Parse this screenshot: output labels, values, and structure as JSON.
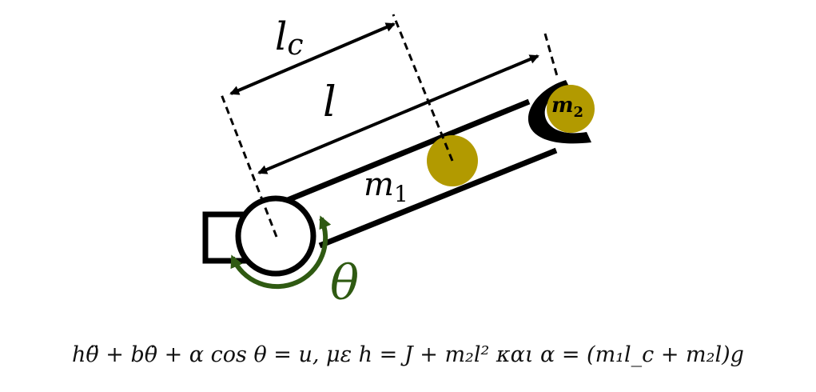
{
  "labels": {
    "lc": "l",
    "lc_sub": "c",
    "l": "l",
    "m1": "m",
    "m1_sub": "1",
    "m2": "m",
    "m2_sub": "2",
    "theta": "θ"
  },
  "equation": "hθ̈ + bθ̇ + α cos θ = u,   με   h = J + m₂l²   και   α = (m₁l_c + m₂l)g",
  "colors": {
    "mass": "#B29A00",
    "arrow": "#2F5A12",
    "line": "#000000"
  }
}
